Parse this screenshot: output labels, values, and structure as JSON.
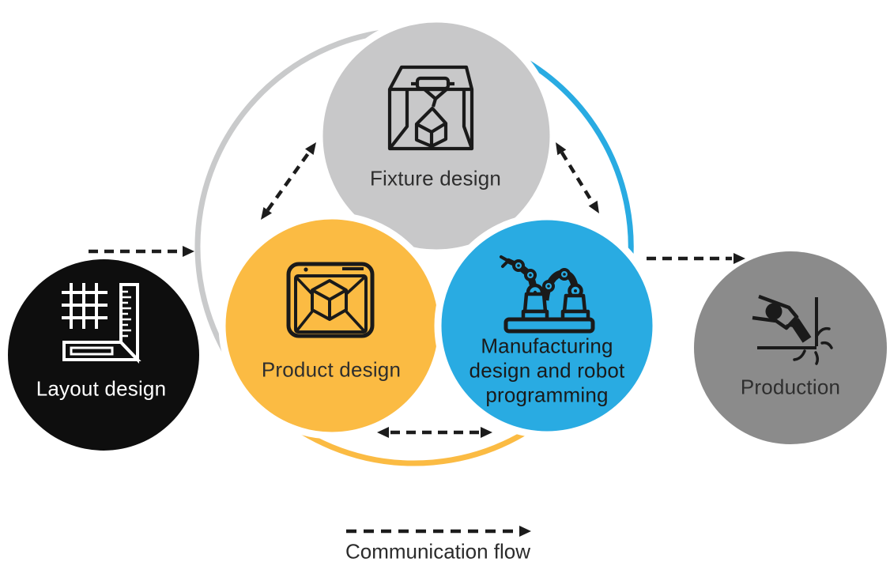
{
  "diagram": {
    "nodes": {
      "layout": {
        "label": "Layout design",
        "color": "#0E0E0E",
        "text_color": "#FFFFFF",
        "icon": "grid-ruler-icon"
      },
      "fixture": {
        "label": "Fixture design",
        "color": "#C8C8C9",
        "text_color": "#2E2E2E",
        "icon": "printer-3d-icon"
      },
      "product": {
        "label": "Product design",
        "color": "#FBBB43",
        "text_color": "#2E2E2E",
        "icon": "cad-viewport-icon"
      },
      "manufacturing": {
        "label_lines": [
          "Manufacturing",
          "design and robot",
          "programming"
        ],
        "color": "#29ABE2",
        "text_color": "#1A1A1A",
        "icon": "robot-arms-icon"
      },
      "production": {
        "label": "Production",
        "color": "#8B8B8B",
        "text_color": "#2E2E2E",
        "icon": "welding-torch-icon"
      }
    },
    "ring_segments": {
      "left": "#C9CACB",
      "bottom": "#FBBB43",
      "right": "#29ABE2"
    },
    "arrows": [
      {
        "from": "layout",
        "to": "design-cycle",
        "bidirectional": false
      },
      {
        "from": "fixture",
        "to": "product",
        "bidirectional": true
      },
      {
        "from": "fixture",
        "to": "manufacturing",
        "bidirectional": true
      },
      {
        "from": "product",
        "to": "manufacturing",
        "bidirectional": true
      },
      {
        "from": "manufacturing",
        "to": "production",
        "bidirectional": false
      }
    ],
    "arrow_color": "#1C1C1C",
    "legend": {
      "label": "Communication flow"
    }
  }
}
